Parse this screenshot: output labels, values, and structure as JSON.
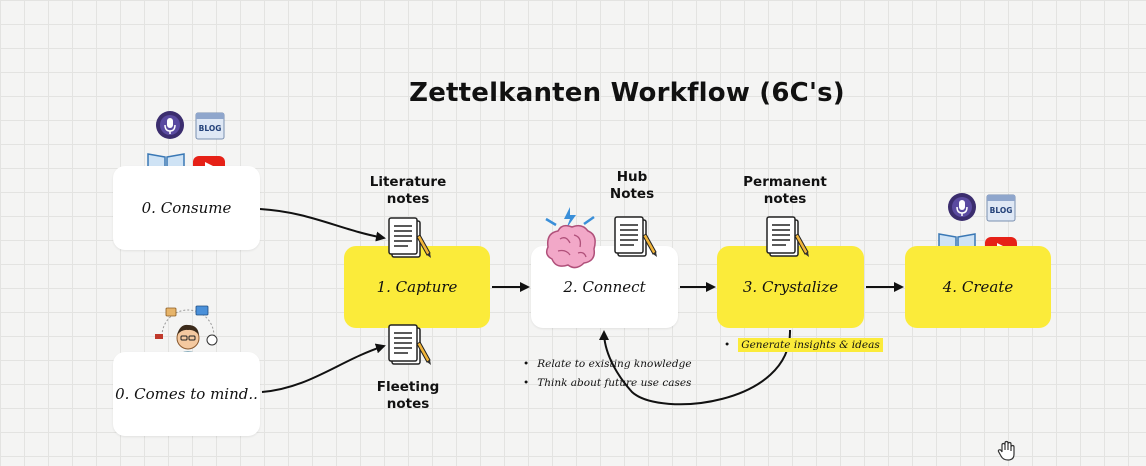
{
  "title": "Zettelkanten Workflow (6C's)",
  "nodes": {
    "consume": "0. Consume",
    "comes_to_mind": "0. Comes to mind..",
    "capture": "1. Capture",
    "connect": "2. Connect",
    "crystalize": "3. Crystalize",
    "create": "4. Create"
  },
  "labels": {
    "literature_notes": [
      "Literature",
      "notes"
    ],
    "fleeting_notes": [
      "Fleeting",
      "notes"
    ],
    "hub_notes": [
      "Hub",
      "Notes"
    ],
    "permanent_notes": [
      "Permanent",
      "notes"
    ]
  },
  "connect_bullets": [
    "Relate to existing knowledge",
    "Think about future use cases"
  ],
  "crystalize_bullets": [
    "Generate insights & ideas"
  ],
  "icons": {
    "blog_label": "BLOG"
  },
  "colors": {
    "highlight": "#fbeb3a",
    "youtube": "#e62117",
    "podcast": "#3b2d6e"
  }
}
